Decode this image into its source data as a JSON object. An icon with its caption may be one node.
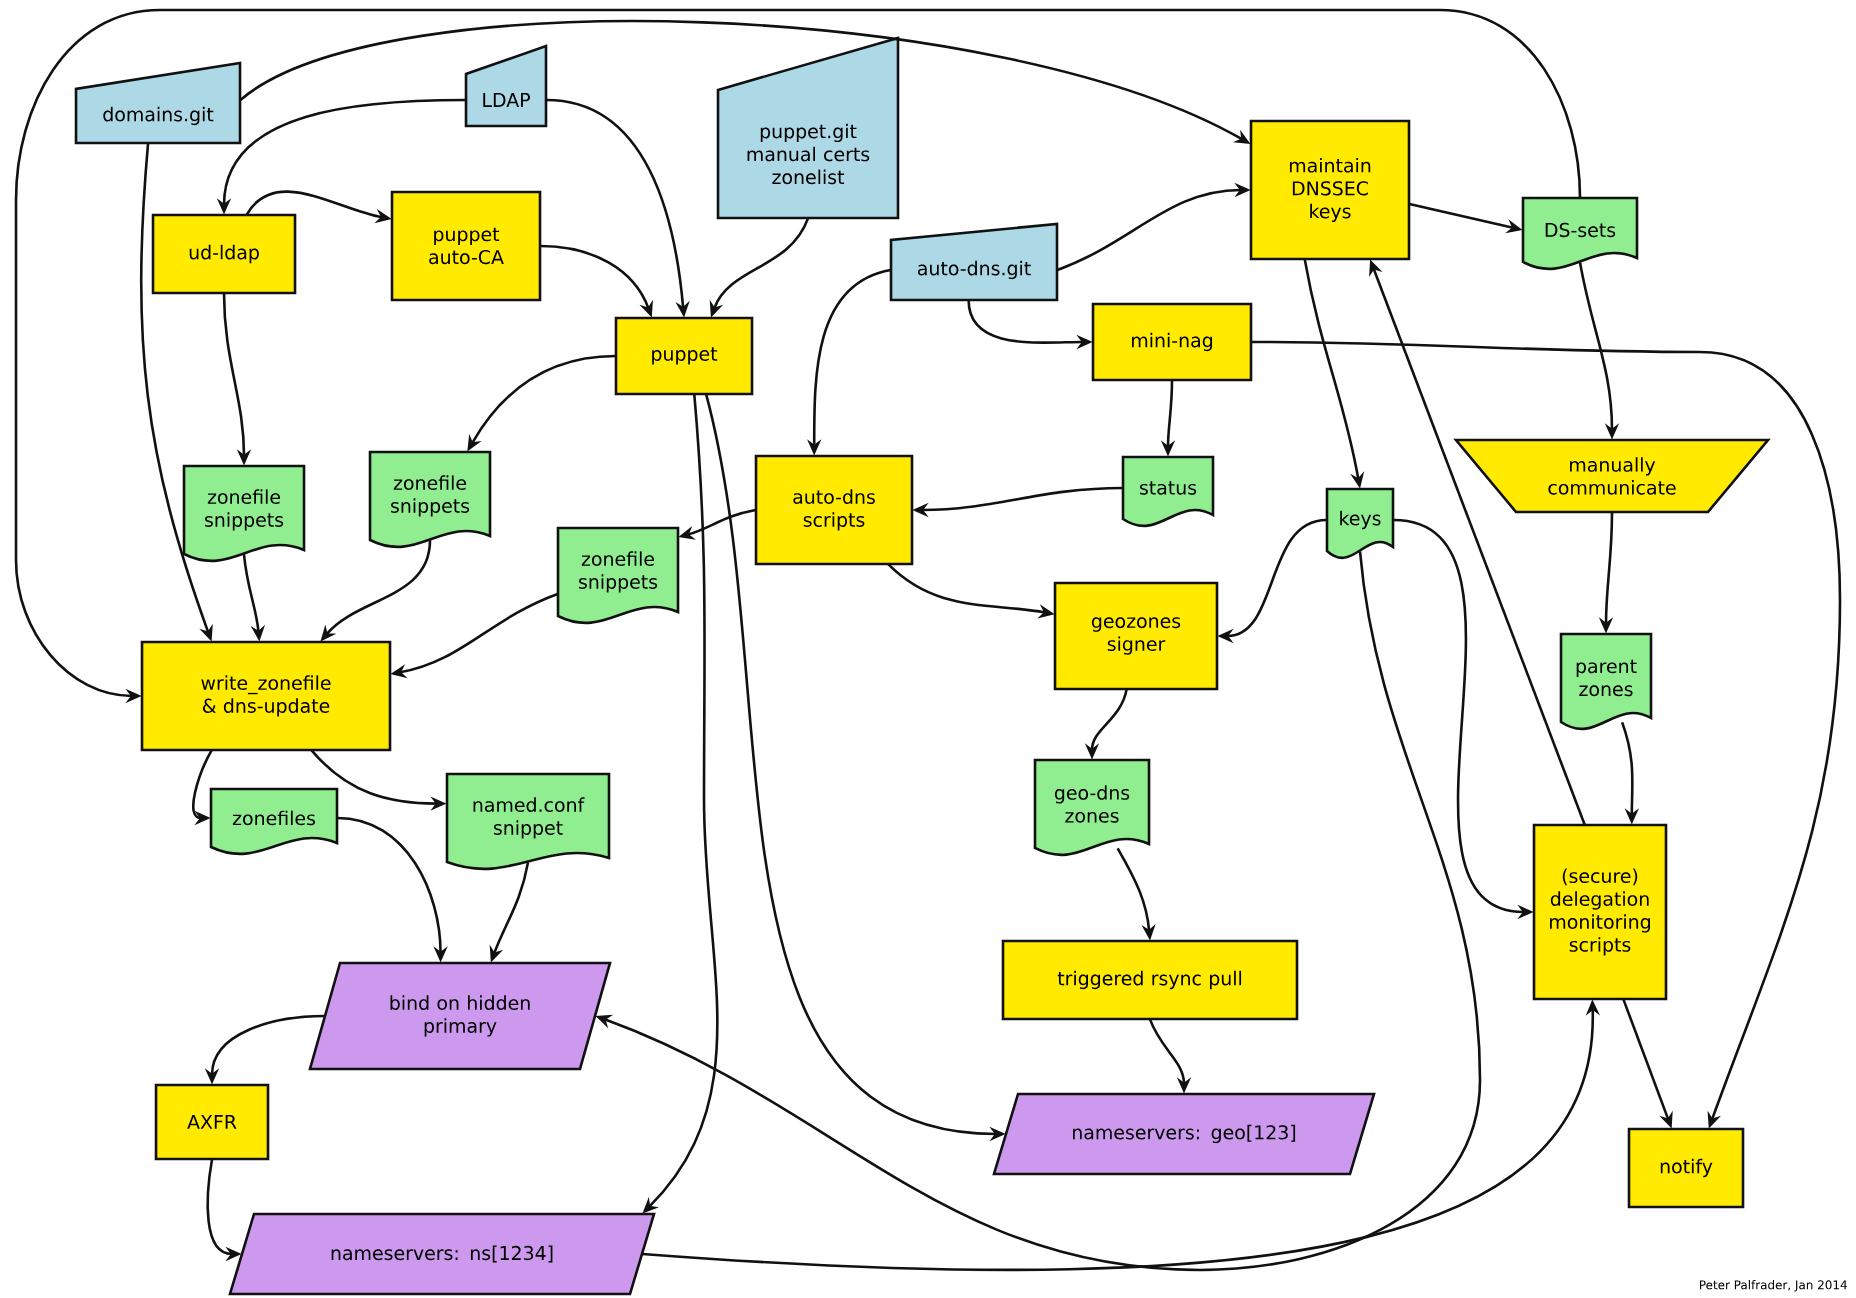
{
  "diagram": {
    "nodes": [
      {
        "text": [
          "domains.git"
        ]
      },
      {
        "text": [
          "LDAP"
        ]
      },
      {
        "text": [
          "puppet.git manual certs zonelist"
        ]
      },
      {
        "text": [
          "ud-ldap"
        ]
      },
      {
        "text": [
          "puppet auto-CA"
        ]
      },
      {
        "text": [
          "puppet"
        ]
      },
      {
        "text": [
          "auto-dns.git"
        ]
      },
      {
        "text": [
          "maintain DNSSEC keys"
        ]
      },
      {
        "text": [
          "DS-sets"
        ]
      },
      {
        "text": [
          "mini-nag"
        ]
      },
      {
        "text": [
          "zonefile snippets"
        ]
      },
      {
        "text": [
          "zonefile snippets"
        ]
      },
      {
        "text": [
          "zonefile snippets"
        ]
      },
      {
        "text": [
          "auto-dns scripts"
        ]
      },
      {
        "text": [
          "status"
        ]
      },
      {
        "text": [
          "keys"
        ]
      },
      {
        "text": [
          "manually communicate"
        ]
      },
      {
        "text": [
          "write_zonefile & dns-update"
        ]
      },
      {
        "text": [
          "geozones signer"
        ]
      },
      {
        "text": [
          "parent zones"
        ]
      },
      {
        "text": [
          "zonefiles"
        ]
      },
      {
        "text": [
          "named.conf snippet"
        ]
      },
      {
        "text": [
          "geo-dns zones"
        ]
      },
      {
        "text": [
          "(secure) delegation monitoring scripts"
        ]
      },
      {
        "text": [
          "bind on hidden primary"
        ]
      },
      {
        "text": [
          "triggered rsync pull"
        ]
      },
      {
        "text": [
          "AXFR"
        ]
      },
      {
        "text": [
          "nameservers: geo[123]"
        ]
      },
      {
        "text": [
          "notify"
        ]
      },
      {
        "text": [
          "nameservers: ns[1234]"
        ]
      }
    ],
    "edges": [
      {
        "from": 0,
        "to": 7,
        "arrow": "to"
      },
      {
        "from": 0,
        "to": 17,
        "arrow": "to"
      },
      {
        "from": 8,
        "to": 17,
        "arrow": "to"
      },
      {
        "from": 1,
        "to": 3,
        "arrow": "to"
      },
      {
        "from": 1,
        "to": 5,
        "arrow": "to"
      },
      {
        "from": 3,
        "to": 4,
        "arrow": "to"
      },
      {
        "from": 3,
        "to": 10,
        "arrow": "to"
      },
      {
        "from": 4,
        "to": 5,
        "arrow": "to"
      },
      {
        "from": 2,
        "to": 5,
        "arrow": "to"
      },
      {
        "from": 5,
        "to": 11,
        "arrow": "to"
      },
      {
        "from": 5,
        "to": 29,
        "arrow": "to"
      },
      {
        "from": 5,
        "to": 27,
        "arrow": "to"
      },
      {
        "from": 6,
        "to": 7,
        "arrow": "to"
      },
      {
        "from": 6,
        "to": 9,
        "arrow": "to"
      },
      {
        "from": 6,
        "to": 13,
        "arrow": "to"
      },
      {
        "from": 7,
        "to": 8,
        "arrow": "to"
      },
      {
        "from": 7,
        "to": 15,
        "arrow": "to"
      },
      {
        "from": 9,
        "to": 14,
        "arrow": "to"
      },
      {
        "from": 9,
        "to": 28,
        "arrow": "to"
      },
      {
        "from": 14,
        "to": 13,
        "arrow": "to"
      },
      {
        "from": 13,
        "to": 12,
        "arrow": "to"
      },
      {
        "from": 13,
        "to": 18,
        "arrow": "to"
      },
      {
        "from": 8,
        "to": 16,
        "arrow": "to"
      },
      {
        "from": 16,
        "to": 19,
        "arrow": "to"
      },
      {
        "from": 19,
        "to": 23,
        "arrow": "to"
      },
      {
        "from": 15,
        "to": 18,
        "arrow": "to"
      },
      {
        "from": 15,
        "to": 23,
        "arrow": "to"
      },
      {
        "from": 15,
        "to": 24,
        "arrow": "to"
      },
      {
        "from": 23,
        "to": 7,
        "arrow": "to"
      },
      {
        "from": 23,
        "to": 28,
        "arrow": "to"
      },
      {
        "from": 18,
        "to": 22,
        "arrow": "to"
      },
      {
        "from": 22,
        "to": 25,
        "arrow": "to"
      },
      {
        "from": 25,
        "to": 27,
        "arrow": "to"
      },
      {
        "from": 10,
        "to": 17,
        "arrow": "to"
      },
      {
        "from": 11,
        "to": 17,
        "arrow": "to"
      },
      {
        "from": 12,
        "to": 17,
        "arrow": "to"
      },
      {
        "from": 17,
        "to": 20,
        "arrow": "to"
      },
      {
        "from": 17,
        "to": 21,
        "arrow": "to"
      },
      {
        "from": 20,
        "to": 24,
        "arrow": "to"
      },
      {
        "from": 21,
        "to": 24,
        "arrow": "to"
      },
      {
        "from": 24,
        "to": 26,
        "arrow": "to"
      },
      {
        "from": 26,
        "to": 29,
        "arrow": "to"
      },
      {
        "from": 29,
        "to": 23,
        "arrow": "to"
      }
    ],
    "labels": [
      "Peter Palfrader, Jan 2014"
    ]
  }
}
